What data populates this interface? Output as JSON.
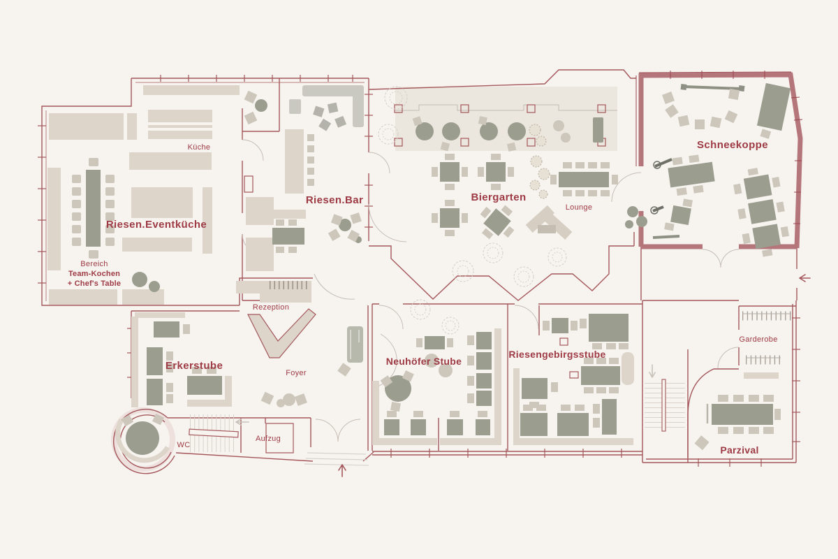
{
  "plan": {
    "type": "restaurant-floor-plan",
    "highlighted_room": "Schneekoppe"
  },
  "colors": {
    "background": "#f7f4f0",
    "wall_line": "#a4565a",
    "highlight_wall": "#b5767b",
    "label_text": "#9e3a44",
    "furniture_beige": "#ddd5ca",
    "furniture_gray": "#9b9d8f",
    "chair": "#ccc6bb",
    "pergola_shade": "#e9e3db"
  },
  "labels": {
    "kueche": "Küche",
    "eventkueche": "Riesen.Eventküche",
    "bereich_line1": "Bereich",
    "bereich_line2": "Team-Kochen",
    "bereich_line3": "+ Chef's Table",
    "riesenbar": "Riesen.Bar",
    "biergarten": "Biergarten",
    "lounge": "Lounge",
    "schneekoppe": "Schneekoppe",
    "rezeption": "Rezeption",
    "erkerstube": "Erkerstube",
    "foyer": "Foyer",
    "neuhoefer_stube": "Neuhöfer Stube",
    "riesengebirgsstube": "Riesengebirgsstube",
    "garderobe": "Garderobe",
    "wc": "WC",
    "aufzug": "Aufzug",
    "parzival": "Parzival"
  },
  "arrows": {
    "main_entrance_direction": "up",
    "side_exit_direction": "left",
    "foyer_stairs_direction": "left",
    "right_stairs_direction": "down"
  }
}
